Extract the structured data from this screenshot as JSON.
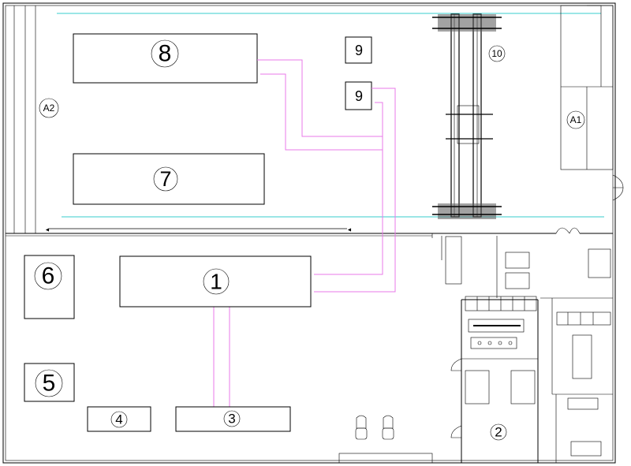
{
  "colors": {
    "pipe": "#e879e8",
    "rail": "#5fd7d7",
    "line": "#000000",
    "background": "#ffffff"
  },
  "areas": {
    "a1": "A1",
    "a2": "A2"
  },
  "stations": {
    "s1": "1",
    "s2": "2",
    "s3": "3",
    "s4": "4",
    "s5": "5",
    "s6": "6",
    "s7": "7",
    "s8": "8",
    "s9a": "9",
    "s9b": "9",
    "s10": "10"
  }
}
